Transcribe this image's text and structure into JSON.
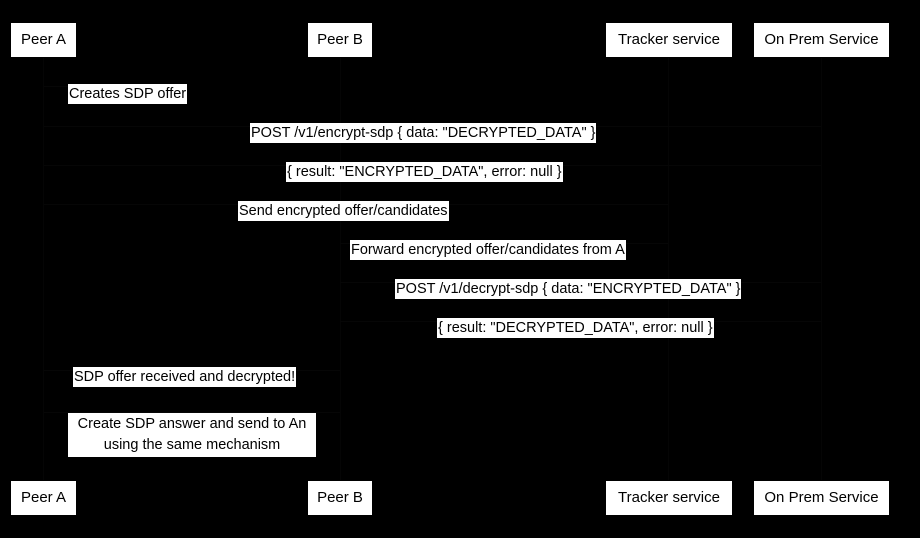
{
  "diagram": {
    "type": "sequence-diagram",
    "background_color": "#000000",
    "label_background_color": "#ffffff",
    "label_text_color": "#000000",
    "participants": [
      {
        "id": "peer-a",
        "label": "Peer A"
      },
      {
        "id": "peer-b",
        "label": "Peer B"
      },
      {
        "id": "tracker-service",
        "label": "Tracker service"
      },
      {
        "id": "on-prem-service",
        "label": "On Prem Service"
      }
    ],
    "messages": [
      {
        "id": "creates-sdp-offer",
        "text": "Creates SDP offer",
        "from": "peer-a",
        "to": "peer-a",
        "kind": "self"
      },
      {
        "id": "post-encrypt-sdp",
        "text": "POST /v1/encrypt-sdp { data: \"DECRYPTED_DATA\" }",
        "from": "peer-a",
        "to": "on-prem-service",
        "kind": "call"
      },
      {
        "id": "encrypt-sdp-result",
        "text": "{ result: \"ENCRYPTED_DATA\", error: null }",
        "from": "on-prem-service",
        "to": "peer-a",
        "kind": "return"
      },
      {
        "id": "send-encrypted-offer",
        "text": "Send encrypted offer/candidates",
        "from": "peer-a",
        "to": "tracker-service",
        "kind": "call"
      },
      {
        "id": "forward-encrypted-offer",
        "text": "Forward encrypted offer/candidates from A",
        "from": "tracker-service",
        "to": "peer-b",
        "kind": "call"
      },
      {
        "id": "post-decrypt-sdp",
        "text": "POST /v1/decrypt-sdp { data: \"ENCRYPTED_DATA\" }",
        "from": "peer-b",
        "to": "on-prem-service",
        "kind": "call"
      },
      {
        "id": "decrypt-sdp-result",
        "text": "{ result: \"DECRYPTED_DATA\", error: null }",
        "from": "on-prem-service",
        "to": "peer-b",
        "kind": "return"
      },
      {
        "id": "sdp-offer-received",
        "text": "SDP offer received and decrypted!",
        "from": "peer-b",
        "to": "peer-b",
        "kind": "note"
      },
      {
        "id": "create-sdp-answer-line-1",
        "text": "Create SDP answer and send to An",
        "from": "peer-b",
        "to": "peer-b",
        "kind": "note"
      },
      {
        "id": "create-sdp-answer-line-2",
        "text": "using the same mechanism",
        "from": "peer-b",
        "to": "peer-b",
        "kind": "note"
      }
    ]
  }
}
